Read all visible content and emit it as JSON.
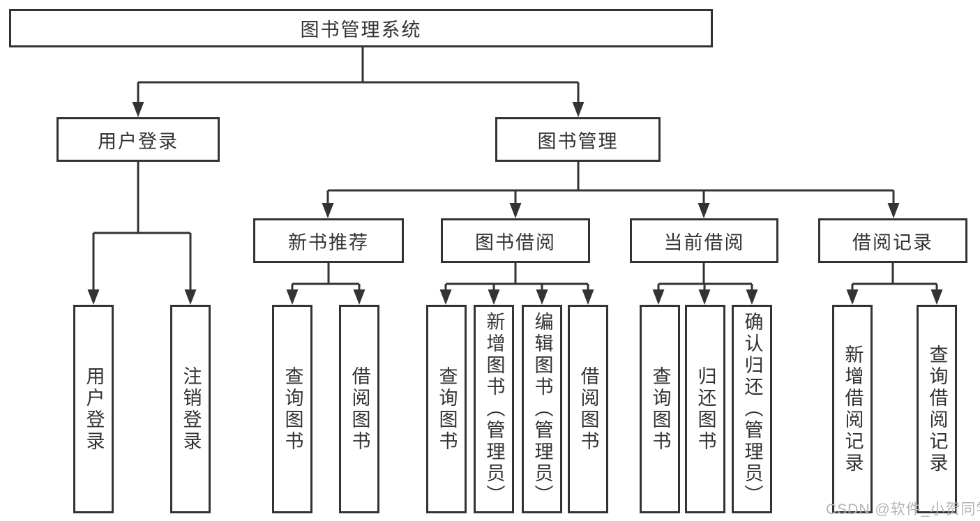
{
  "diagram": {
    "root": {
      "label": "图书管理系统"
    },
    "level2": [
      {
        "label": "用户登录"
      },
      {
        "label": "图书管理"
      }
    ],
    "level3": [
      {
        "label": "新书推荐"
      },
      {
        "label": "图书借阅"
      },
      {
        "label": "当前借阅"
      },
      {
        "label": "借阅记录"
      }
    ],
    "leaves": {
      "user_login": [
        {
          "label": "用户登录"
        },
        {
          "label": "注销登录"
        }
      ],
      "new_books": [
        {
          "label": "查询图书"
        },
        {
          "label": "借阅图书"
        }
      ],
      "book_borrow": [
        {
          "label": "查询图书"
        },
        {
          "label": "新增图书（管理员）"
        },
        {
          "label": "编辑图书（管理员）"
        },
        {
          "label": "借阅图书"
        }
      ],
      "current_borrow": [
        {
          "label": "查询图书"
        },
        {
          "label": "归还图书"
        },
        {
          "label": "确认归还（管理员）"
        }
      ],
      "borrow_records": [
        {
          "label": "新增借阅记录"
        },
        {
          "label": "查询借阅记录"
        }
      ]
    }
  },
  "watermark": "CSDN @软件_小贺同学",
  "colors": {
    "line": "#333333",
    "text": "#333333",
    "box_background": "#ffffff",
    "watermark": "#b5b5b5",
    "background": "#ffffff"
  }
}
